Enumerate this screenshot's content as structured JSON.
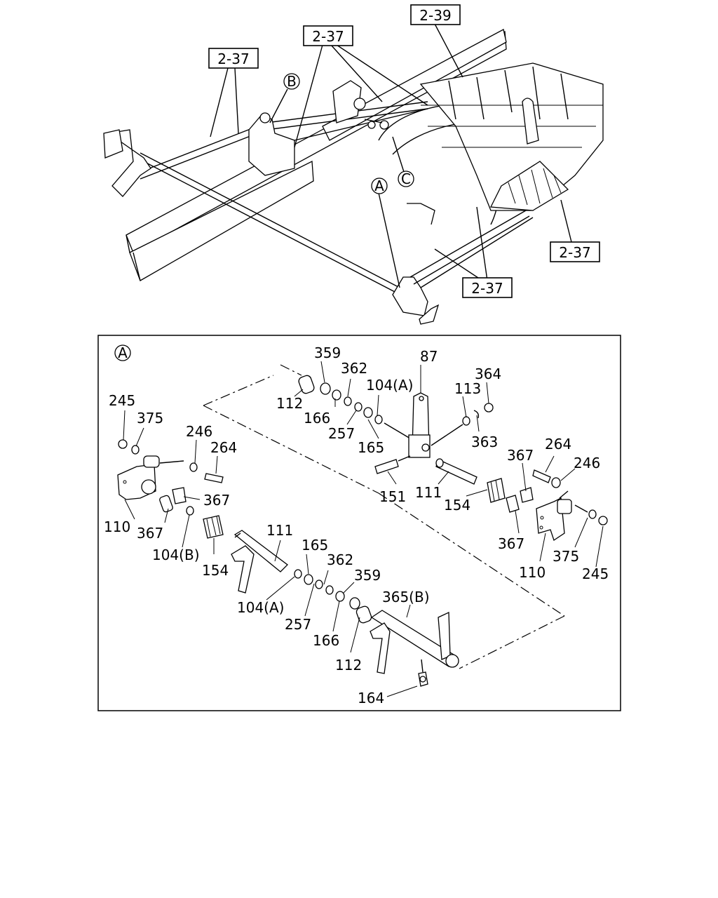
{
  "overview": {
    "ref_boxes": [
      "2-39",
      "2-37",
      "2-37",
      "2-37",
      "2-37"
    ],
    "circle_markers": [
      "B",
      "C",
      "A"
    ]
  },
  "detail": {
    "circle_marker": "A",
    "callouts": {
      "c359a": "359",
      "c112a": "112",
      "c362a": "362",
      "c166a": "166",
      "c104Aa": "104(A)",
      "c257a": "257",
      "c165a": "165",
      "c87": "87",
      "c113": "113",
      "c364": "364",
      "c363": "363",
      "c245a": "245",
      "c375a": "375",
      "c246a": "246",
      "c264a": "264",
      "c367a": "367",
      "c110a": "110",
      "c367b": "367",
      "c104B": "104(B)",
      "c154a": "154",
      "c151": "151",
      "c111a": "111",
      "c154b": "154",
      "c367c": "367",
      "c264b": "264",
      "c246b": "246",
      "c367d": "367",
      "c110b": "110",
      "c375b": "375",
      "c245b": "245",
      "c111b": "111",
      "c165b": "165",
      "c362b": "362",
      "c359b": "359",
      "c104Ab": "104(A)",
      "c257b": "257",
      "c166b": "166",
      "c365B": "365(B)",
      "c112b": "112",
      "c164": "164"
    }
  }
}
